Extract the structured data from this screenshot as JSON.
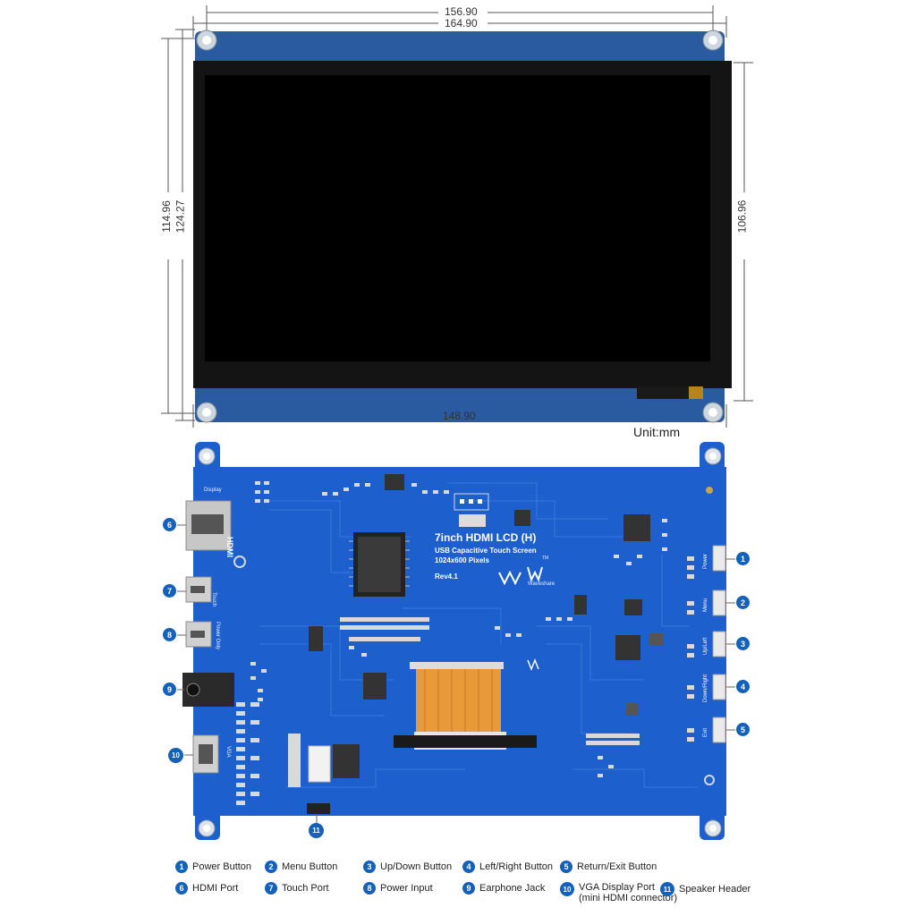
{
  "dimensions": {
    "top_inner_width": "156.90",
    "top_outer_width": "164.90",
    "left_inner_height": "114.96",
    "left_outer_height": "124.27",
    "right_height": "106.96",
    "bottom_width": "148.90",
    "unit": "Unit:mm"
  },
  "board": {
    "title": "7inch HDMI LCD (H)",
    "subtitle": "USB Capacitive Touch Screen",
    "resolution": "1024x600 Pixels",
    "tm": "TM",
    "revision": "Rev4.1",
    "brand": "Waveshare",
    "silk_display": "Display",
    "silk_hdmi": "HDMI",
    "silk_touch": "Touch",
    "silk_power_only": "Power Only",
    "silk_vga": "VGA",
    "silk_power": "Power",
    "silk_menu": "Menu",
    "silk_upleft": "Up/Left",
    "silk_downright": "Down/Right",
    "silk_exit": "Exit"
  },
  "callouts": [
    "1",
    "2",
    "3",
    "4",
    "5",
    "6",
    "7",
    "8",
    "9",
    "10",
    "11"
  ],
  "legend": [
    {
      "num": "1",
      "label": "Power Button"
    },
    {
      "num": "2",
      "label": "Menu Button"
    },
    {
      "num": "3",
      "label": "Up/Down Button"
    },
    {
      "num": "4",
      "label": "Left/Right Button"
    },
    {
      "num": "5",
      "label": "Return/Exit Button"
    },
    {
      "num": "6",
      "label": "HDMI Port"
    },
    {
      "num": "7",
      "label": "Touch Port"
    },
    {
      "num": "8",
      "label": "Power Input"
    },
    {
      "num": "9",
      "label": "Earphone Jack"
    },
    {
      "num": "10",
      "label": "VGA Display Port",
      "label2": "(mini HDMI connector)"
    },
    {
      "num": "11",
      "label": "Speaker Header"
    }
  ],
  "colors": {
    "pcb": "#1d5fcc",
    "accent": "#1560b8",
    "screen": "#000000",
    "bezel": "#141414"
  }
}
